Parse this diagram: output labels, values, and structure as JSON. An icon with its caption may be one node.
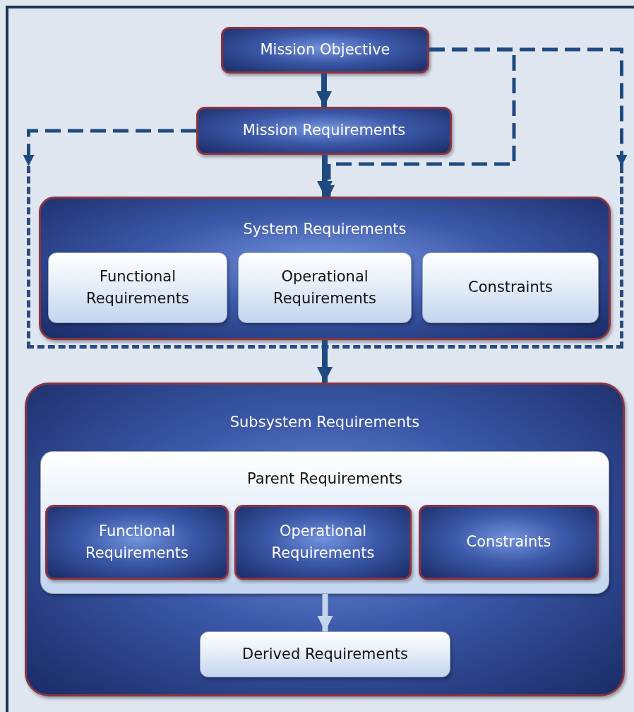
{
  "diagram": {
    "nodes": [
      {
        "text": [
          "Mission Objective"
        ]
      },
      {
        "text": [
          "Mission Requirements"
        ]
      },
      {
        "text": [],
        "shape": "box"
      },
      {
        "text": [
          "System Requirements"
        ],
        "in": 2
      },
      {
        "text": [
          "Functional Requirements"
        ],
        "in": 3
      },
      {
        "text": [
          "Operational Requirements"
        ],
        "in": 3
      },
      {
        "text": [
          "Constraints"
        ],
        "in": 3
      },
      {
        "text": [
          "Subsystem Requirements"
        ]
      },
      {
        "text": [
          "Parent Requirements"
        ],
        "in": 7
      },
      {
        "text": [
          "Functional Requirements"
        ],
        "in": 8
      },
      {
        "text": [
          "Operational Requirements"
        ],
        "in": 8
      },
      {
        "text": [
          "Constraints"
        ],
        "in": 8
      },
      {
        "text": [
          "Derived Requirements"
        ],
        "in": 7
      }
    ],
    "edges": [
      {
        "from": 0,
        "to": 1,
        "arrow": "to"
      },
      {
        "from": 1,
        "to": 3,
        "arrow": "to"
      },
      {
        "from": 3,
        "to": 7,
        "arrow": "to"
      },
      {
        "from": 8,
        "to": 12,
        "arrow": "to",
        "color": "#c5d5ea"
      },
      {
        "from": 0,
        "to": 2,
        "arrow": "to",
        "style": "dashed"
      },
      {
        "from": 1,
        "to": 2,
        "arrow": "to",
        "style": "dashed"
      },
      {
        "from": 0,
        "to": 3,
        "arrow": "to",
        "style": "dashed"
      }
    ]
  }
}
